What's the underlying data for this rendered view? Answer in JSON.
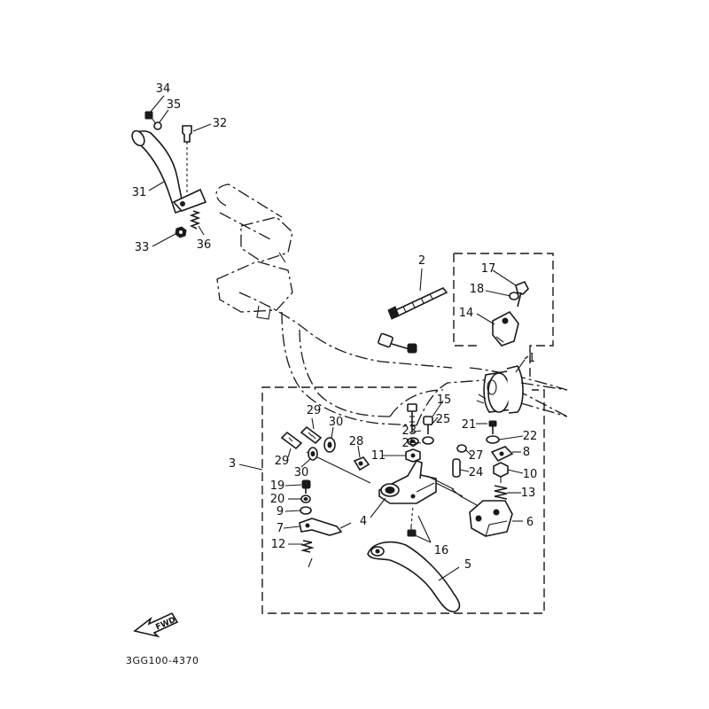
{
  "diagram": {
    "labels": {
      "p1": "1",
      "p2": "2",
      "p3": "3",
      "p4": "4",
      "p5": "5",
      "p6": "6",
      "p7": "7",
      "p8": "8",
      "p9": "9",
      "p10": "10",
      "p11": "11",
      "p12": "12",
      "p13": "13",
      "p14": "14",
      "p15": "15",
      "p16": "16",
      "p17": "17",
      "p18": "18",
      "p19": "19",
      "p20": "20",
      "p21": "21",
      "p22": "22",
      "p23": "23",
      "p24": "24",
      "p25": "25",
      "p26": "26",
      "p27": "27",
      "p28": "28",
      "p29a": "29",
      "p29b": "29",
      "p30a": "30",
      "p30b": "30",
      "p31": "31",
      "p32": "32",
      "p33": "33",
      "p34": "34",
      "p35": "35",
      "p36": "36"
    },
    "fwd_marker": "FWD",
    "drawing_code": "3GG100-4370"
  }
}
